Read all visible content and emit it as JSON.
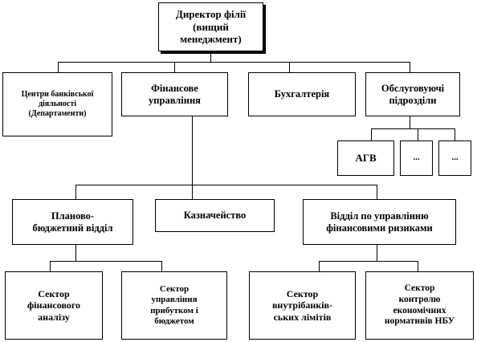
{
  "nodes": {
    "director": "Директор філії\n(вищий\nменеджмент)",
    "centers": "Центри банківської\nдіяльності\n(Департаменти)",
    "finance": "Фінансове\nуправління",
    "accounting": "Бухгалтерія",
    "service": "Обслуговуючі\nпідрозділи",
    "agv": "АГВ",
    "dash1": "...",
    "dash2": "...",
    "planning": "Планово-\nбюджетний відділ",
    "treasury": "Казначейство",
    "risk": "Відділ  по управлінню\nфінансовими ризиками",
    "analysis": "Сектор\nфінансового\nаналізу",
    "profit": "Сектор\nуправління\nприбутком і\nбюджетом",
    "limits": "Сектор\nвнутрібанків-\nських лімітів",
    "norms": "Сектор\nконтролю\nекономічних\nнормативів НБУ"
  },
  "colors": {
    "line": "#000000",
    "border": "#000000",
    "background": "#ffffff"
  }
}
